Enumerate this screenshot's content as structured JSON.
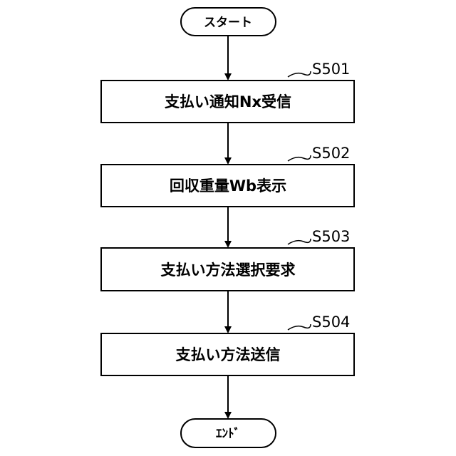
{
  "start": {
    "label": "スタート"
  },
  "end": {
    "label": "ｴﾝﾄﾞ"
  },
  "steps": [
    {
      "id": "S501",
      "label": "支払い通知Nx受信"
    },
    {
      "id": "S502",
      "label": "回収重量Wb表示"
    },
    {
      "id": "S503",
      "label": "支払い方法選択要求"
    },
    {
      "id": "S504",
      "label": "支払い方法送信"
    }
  ]
}
